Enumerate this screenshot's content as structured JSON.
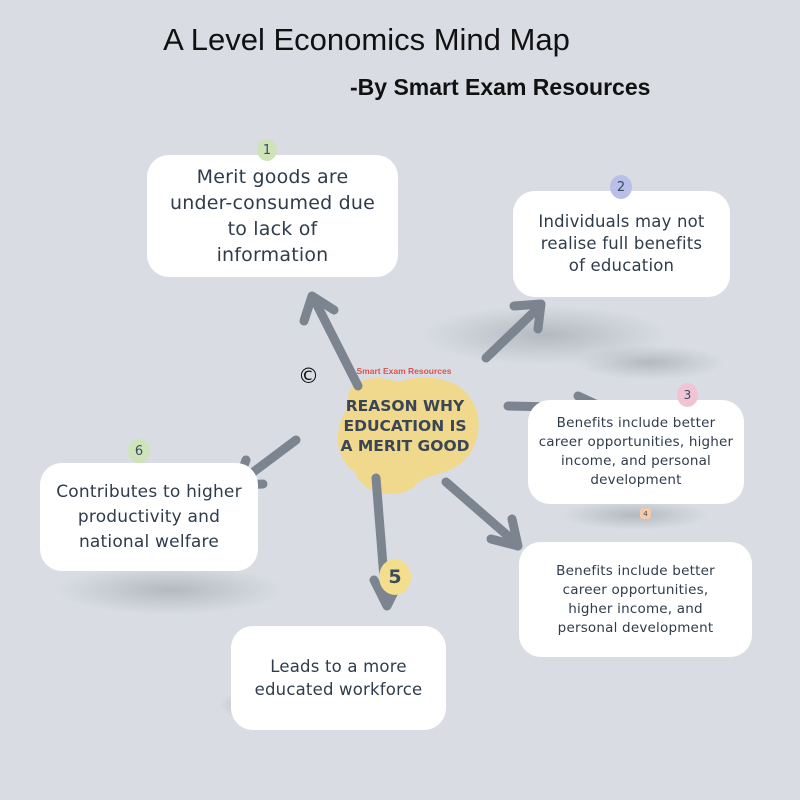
{
  "title": "A Level Economics Mind Map",
  "subtitle": "-By Smart Exam Resources",
  "center": {
    "label": "REASON WHY EDUCATION IS A MERIT GOOD",
    "watermark": "Smart Exam Resources",
    "copyright": "©"
  },
  "nodes": [
    {
      "number": "1",
      "text": "Merit goods are under-consumed due to lack of information"
    },
    {
      "number": "2",
      "text": "Individuals may not realise full benefits of education"
    },
    {
      "number": "3",
      "text": "Benefits include better career opportunities, higher income, and personal development"
    },
    {
      "number": "4",
      "text": "Benefits include better career opportunities, higher income, and personal development"
    },
    {
      "number": "5",
      "text": "Leads to a more educated workforce"
    },
    {
      "number": "6",
      "text": "Contributes to higher productivity and national welfare"
    }
  ],
  "colors": {
    "background": "#d9dde3",
    "center_blob": "#f0d98c",
    "arrow": "#7b848f",
    "badge_1": "#cfe3b8",
    "badge_2": "#b9bfe8",
    "badge_3": "#f2c4d3",
    "badge_4": "#f6c9a8",
    "badge_5": "#f3de8e",
    "badge_6": "#cfe3b8"
  }
}
